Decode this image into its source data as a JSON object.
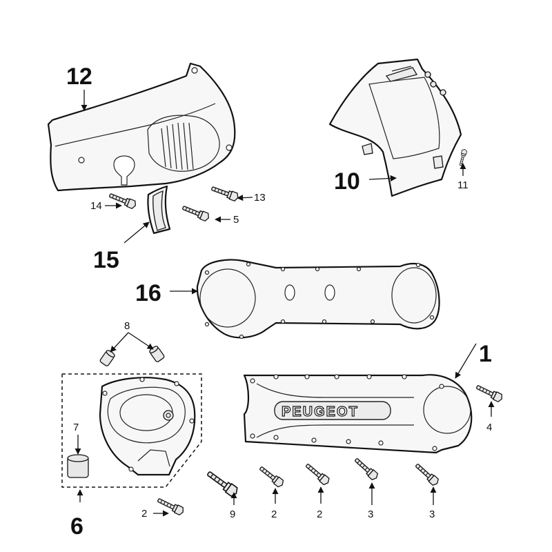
{
  "labels": {
    "p12": "12",
    "p10": "10",
    "p11": "11",
    "p13": "13",
    "p14": "14",
    "p5": "5",
    "p15": "15",
    "p16": "16",
    "p8": "8",
    "p1": "1",
    "p7": "7",
    "p4": "4",
    "p6": "6",
    "p2a": "2",
    "p9": "9",
    "p2b": "2",
    "p2c": "2",
    "p3a": "3",
    "p3b": "3"
  },
  "emblem_text": "PEUGEOT"
}
